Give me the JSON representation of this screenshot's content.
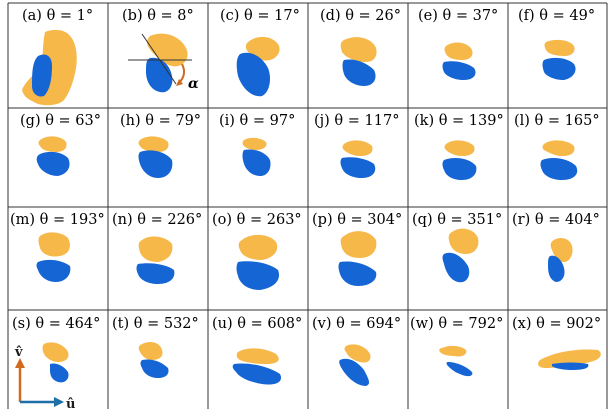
{
  "panels": [
    {
      "label": "(a) θ = 1°"
    },
    {
      "label": "(b) θ = 8°"
    },
    {
      "label": "(c) θ = 17°"
    },
    {
      "label": "(d) θ = 26°"
    },
    {
      "label": "(e) θ = 37°"
    },
    {
      "label": "(f) θ = 49°"
    },
    {
      "label": "(g) θ = 63°"
    },
    {
      "label": "(h) θ = 79°"
    },
    {
      "label": "(i) θ = 97°"
    },
    {
      "label": "(j) θ = 117°"
    },
    {
      "label": "(k) θ = 139°"
    },
    {
      "label": "(l) θ = 165°"
    },
    {
      "label": "(m) θ = 193°"
    },
    {
      "label": "(n) θ = 226°"
    },
    {
      "label": "(o) θ = 263°"
    },
    {
      "label": "(p) θ = 304°"
    },
    {
      "label": "(q) θ = 351°"
    },
    {
      "label": "(r) θ = 404°"
    },
    {
      "label": "(s) θ = 464°"
    },
    {
      "label": "(t) θ = 532°"
    },
    {
      "label": "(u) θ = 608°"
    },
    {
      "label": "(v) θ = 694°"
    },
    {
      "label": "(w) θ = 792°"
    },
    {
      "label": "(x) θ = 902°"
    }
  ],
  "annotations": {
    "alpha": "α",
    "v_axis": "v̂",
    "u_axis": "û"
  },
  "colors": {
    "orange": "#F7B84A",
    "blue": "#1565D4",
    "grid": "#333333",
    "axis_v": "#D2691E",
    "axis_u": "#1E6FA8",
    "alpha_arrow": "#D2691E"
  }
}
